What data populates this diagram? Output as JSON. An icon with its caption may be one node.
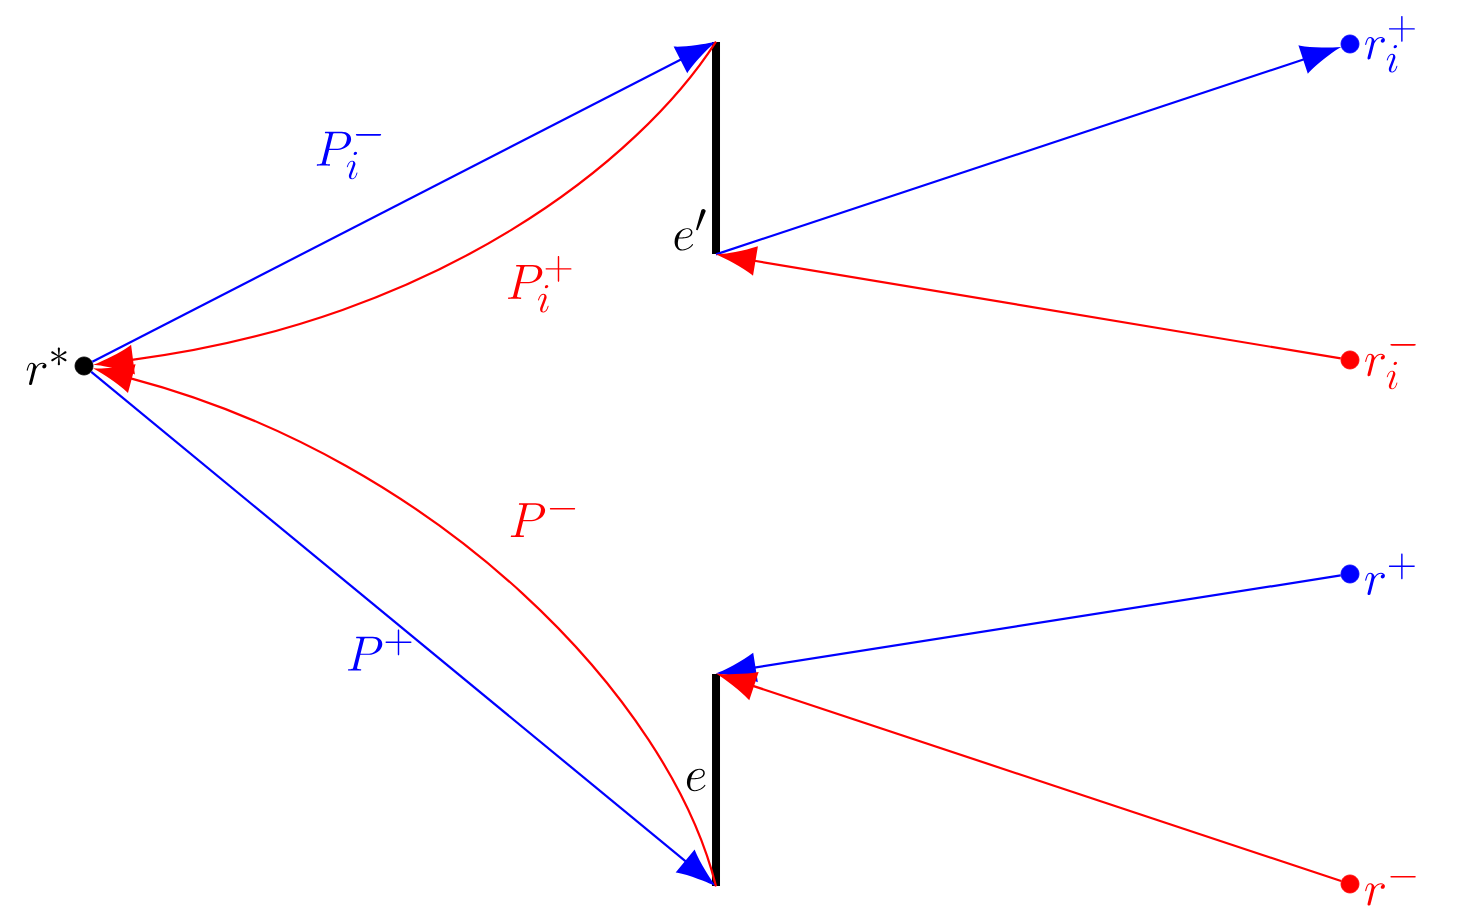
{
  "diagram": {
    "nodes": [
      {
        "text": [
          "r^*"
        ]
      },
      {
        "text": [
          "e'"
        ]
      },
      {
        "text": [
          "e"
        ]
      },
      {
        "text": [
          "r_i^+"
        ]
      },
      {
        "text": [
          "r_i^-"
        ]
      },
      {
        "text": [
          "r^+"
        ]
      },
      {
        "text": [
          "r^-"
        ]
      }
    ],
    "edges": [
      {
        "from": 0,
        "to": 1,
        "arrow": "to",
        "label": "P_i^-",
        "color": "#0000ff"
      },
      {
        "from": 1,
        "to": 0,
        "arrow": "to",
        "label": "P_i^+",
        "color": "#ff0000"
      },
      {
        "from": 1,
        "to": 3,
        "arrow": "to",
        "color": "#0000ff"
      },
      {
        "from": 4,
        "to": 1,
        "arrow": "to",
        "color": "#ff0000"
      },
      {
        "from": 0,
        "to": 2,
        "arrow": "to",
        "label": "P^+",
        "color": "#0000ff"
      },
      {
        "from": 2,
        "to": 0,
        "arrow": "to",
        "label": "P^-",
        "color": "#ff0000"
      },
      {
        "from": 5,
        "to": 2,
        "arrow": "to",
        "color": "#0000ff"
      },
      {
        "from": 6,
        "to": 2,
        "arrow": "to",
        "color": "#ff0000"
      }
    ]
  }
}
